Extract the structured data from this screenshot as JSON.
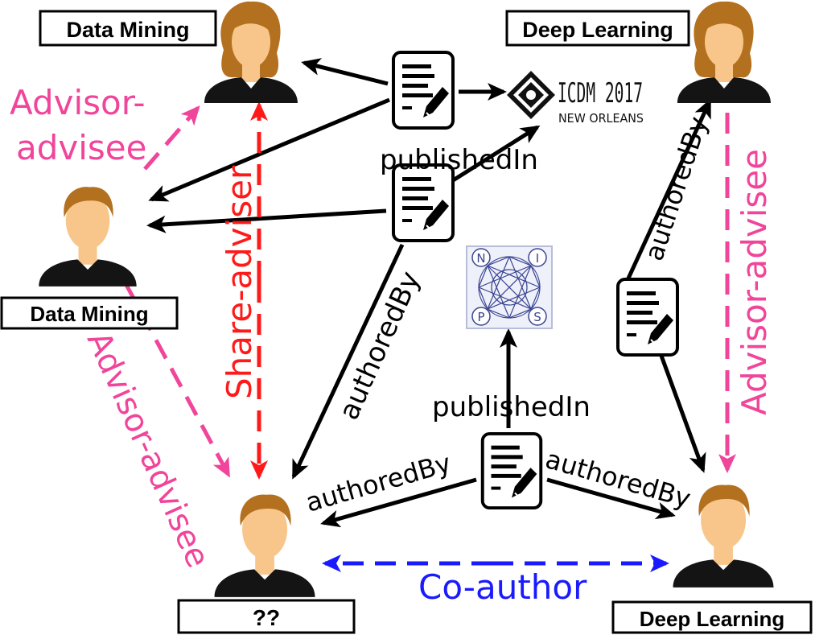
{
  "nodes": {
    "dm_top": {
      "label": "Data Mining",
      "gender": "female"
    },
    "dl_top": {
      "label": "Deep Learning",
      "gender": "female"
    },
    "dm_mid": {
      "label": "Data Mining",
      "gender": "male"
    },
    "unknown": {
      "label": "??",
      "gender": "male"
    },
    "dl_bottom": {
      "label": "Deep Learning",
      "gender": "male"
    }
  },
  "venues": {
    "icdm": {
      "name": "ICDM 2017",
      "location": "NEW ORLEANS"
    },
    "nips": {
      "letters": [
        "N",
        "I",
        "P",
        "S"
      ]
    }
  },
  "relations": {
    "advisor_advisee_top": "Advisor-\nadvisee",
    "advisor_advisee_left": "Advisor-advisee",
    "advisor_advisee_right": "Advisor-advisee",
    "share_adviser": "Share-adviser",
    "co_author": "Co-author"
  },
  "edges": {
    "published_in_icdm": "publishedIn",
    "published_in_nips": "publishedIn",
    "authored_by_center": "authoredBy",
    "authored_by_right_top": "authoredBy",
    "authored_by_bottom_left": "authoredBy",
    "authored_by_bottom_right": "authoredBy"
  },
  "colors": {
    "advisor": "#f0459a",
    "share": "#ff1a1a",
    "coauthor": "#1a1aff",
    "edge": "#000000",
    "hair": "#b3711f",
    "skin": "#f8c68a",
    "shirt": "#141414"
  },
  "icons": [
    "person-icon",
    "paper-icon",
    "icdm-logo",
    "nips-logo"
  ]
}
